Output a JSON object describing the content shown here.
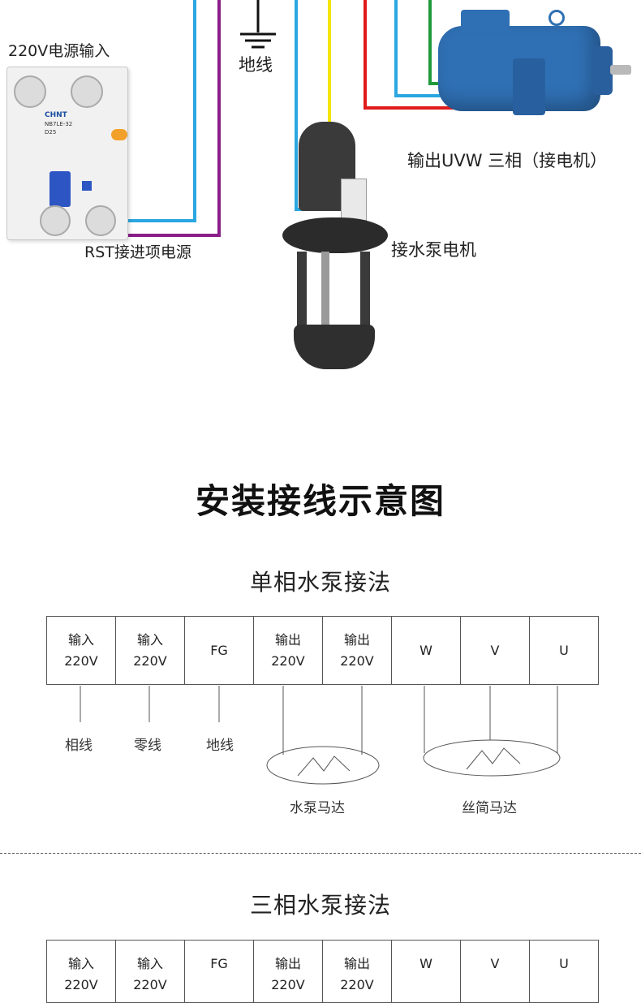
{
  "top_diagram": {
    "power_input_label": "220V电源输入",
    "ground_label": "地线",
    "breaker_brand": "CHNT",
    "breaker_model": "NB7LE-32",
    "breaker_rating": "D25",
    "rst_label": "RST接进项电源",
    "output_label": "输出UVW 三相（接电机）",
    "pump_label": "接水泵电机"
  },
  "main_title": "安装接线示意图",
  "single_phase": {
    "title": "单相水泵接法",
    "terminals": [
      {
        "line1": "输入",
        "line2": "220V"
      },
      {
        "line1": "输入",
        "line2": "220V"
      },
      {
        "line1": "FG",
        "line2": ""
      },
      {
        "line1": "输出",
        "line2": "220V"
      },
      {
        "line1": "输出",
        "line2": "220V"
      },
      {
        "line1": "W",
        "line2": ""
      },
      {
        "line1": "V",
        "line2": ""
      },
      {
        "line1": "U",
        "line2": ""
      }
    ],
    "wire_labels": {
      "live": "相线",
      "neutral": "零线",
      "ground": "地线"
    },
    "pump_motor_label": "水泵马达",
    "spindle_motor_label": "丝简马达"
  },
  "three_phase": {
    "title": "三相水泵接法",
    "terminals": [
      {
        "line1": "输入",
        "line2": "220V"
      },
      {
        "line1": "输入",
        "line2": "220V"
      },
      {
        "line1": "FG",
        "line2": ""
      },
      {
        "line1": "输出",
        "line2": "220V"
      },
      {
        "line1": "输出",
        "line2": "220V"
      },
      {
        "line1": "W",
        "line2": ""
      },
      {
        "line1": "V",
        "line2": ""
      },
      {
        "line1": "U",
        "line2": ""
      }
    ]
  },
  "colors": {
    "red": "#e01b1b",
    "blue": "#2aa7e0",
    "green": "#1f9a3a",
    "yellow": "#f4e600",
    "purple": "#8a1f8a",
    "motor_blue": "#2f6fb3"
  }
}
